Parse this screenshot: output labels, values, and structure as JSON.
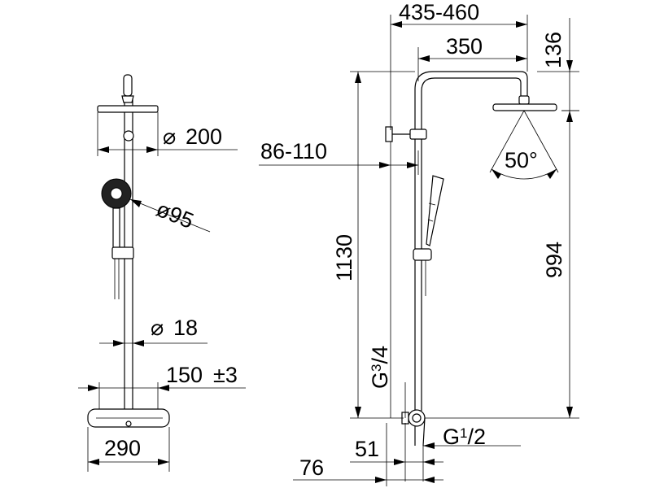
{
  "front_view": {
    "head_diameter": "200",
    "hand_shower_diameter": "ø95",
    "pipe_diameter": "18",
    "outlet_spacing": "150",
    "outlet_tolerance": "±3",
    "body_width": "290"
  },
  "side_view": {
    "projection_range": "435-460",
    "arm_length": "350",
    "head_height": "136",
    "wall_distance": "86-110",
    "spray_angle": "50°",
    "total_height": "1130",
    "column_height": "994",
    "inlet_thread": {
      "prefix": "G",
      "num": "3",
      "sep": "/",
      "den": "4"
    },
    "outlet_thread": {
      "prefix": "G",
      "num": "1",
      "sep": "/",
      "den": "2"
    },
    "dim_51": "51",
    "dim_76": "76"
  },
  "symbols": {
    "diameter": "⌀"
  }
}
